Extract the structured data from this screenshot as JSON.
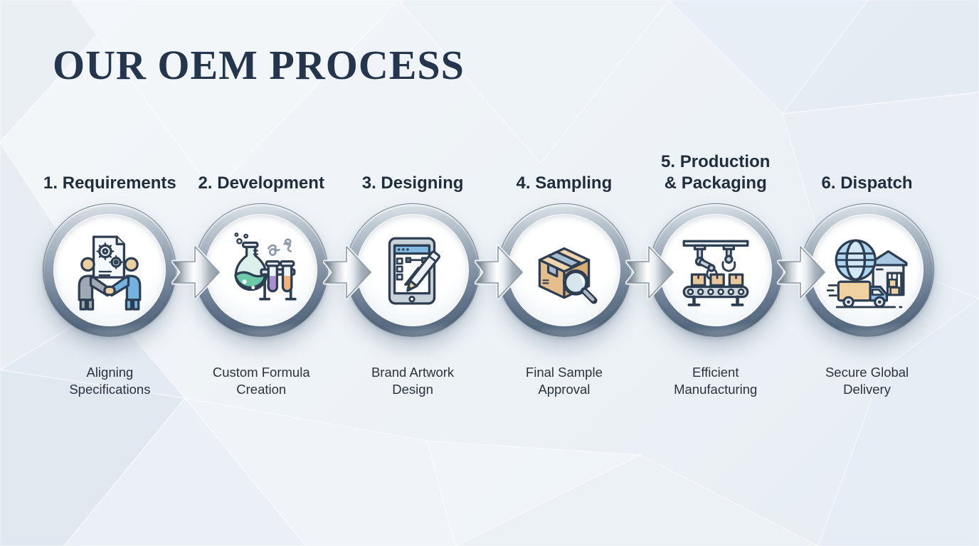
{
  "page": {
    "title": "OUR OEM PROCESS"
  },
  "colors": {
    "background": "#edf2f6",
    "title_navy": "#24364e",
    "step_title": "#1f2d3c",
    "description": "#29323e",
    "ring_dark": "#566a80",
    "ring_light": "#e3e9ee",
    "arrow_silver": "#e8ecf0",
    "icon_outline": "#2d3e52",
    "icon_skin": "#eecfa0",
    "icon_blue": "#74b3dd",
    "icon_gray": "#9fa9b4",
    "icon_green_liquid": "#6cc9a8",
    "icon_purple_liquid": "#a98fd0",
    "icon_orange_liquid": "#f2b279",
    "icon_box_tan": "#e3bd8c",
    "icon_lens_blue": "#d6eaf6",
    "icon_globe_blue": "#aed6f0"
  },
  "steps": [
    {
      "id": 1,
      "label": "1. Requirements",
      "description": "Aligning\nSpecifications",
      "icon": "handshake-document-icon"
    },
    {
      "id": 2,
      "label": "2. Development",
      "description": "Custom Formula\nCreation",
      "icon": "lab-flask-icon"
    },
    {
      "id": 3,
      "label": "3. Designing",
      "description": "Brand Artwork\nDesign",
      "icon": "tablet-design-icon"
    },
    {
      "id": 4,
      "label": "4. Sampling",
      "description": "Final Sample\nApproval",
      "icon": "box-magnifier-icon"
    },
    {
      "id": 5,
      "label": "5. Production\n& Packaging",
      "description": "Efficient\nManufacturing",
      "icon": "conveyor-robot-icon"
    },
    {
      "id": 6,
      "label": "6. Dispatch",
      "description": "Secure Global\nDelivery",
      "icon": "globe-truck-icon"
    }
  ]
}
